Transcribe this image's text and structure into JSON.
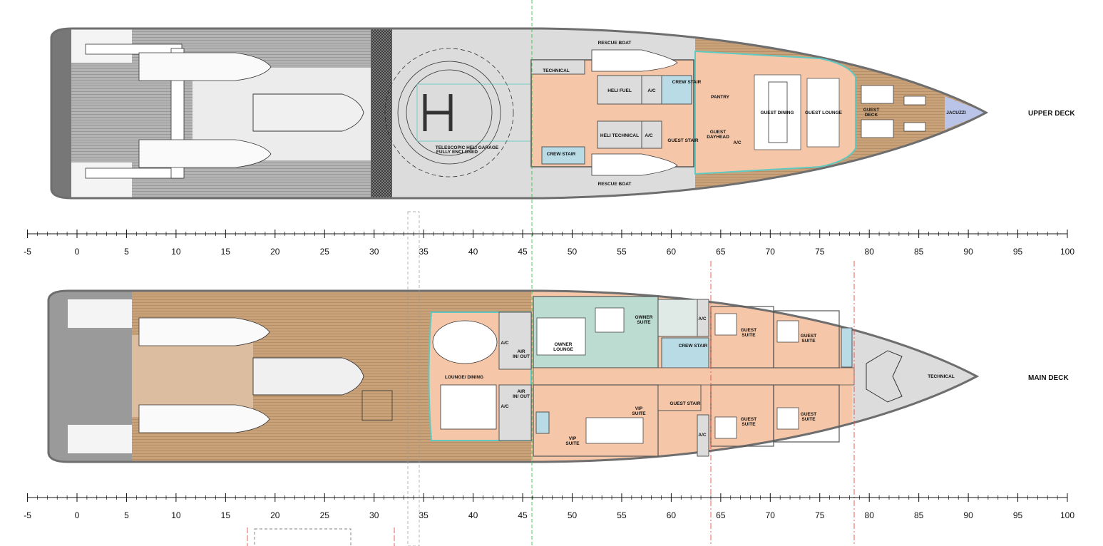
{
  "decks": {
    "upper": {
      "title": "UPPER DECK",
      "labels": {
        "rescue_boat_top": "RESCUE BOAT",
        "rescue_boat_bottom": "RESCUE BOAT",
        "technical": "TECHNICAL",
        "heli_fuel": "HELI FUEL",
        "ac_1": "A/C",
        "crew_stair_1": "CREW STAIR",
        "pantry": "PANTRY",
        "heli_technical": "HELI TECHNICAL",
        "ac_2": "A/C",
        "guest_stair": "GUEST STAIR",
        "guest_dayhead_1": "GUEST",
        "guest_dayhead_2": "DAYHEAD",
        "ac_3": "A/C",
        "crew_stair_2": "CREW STAIR",
        "heli_garage_1": "TELESCOPIC HELI GARAGE",
        "heli_garage_2": "FULLY ENCLOSED",
        "guest_dining": "GUEST DINING",
        "guest_lounge": "GUEST LOUNGE",
        "guest_deck_1": "GUEST",
        "guest_deck_2": "DECK",
        "jacuzzi": "JACUZZI"
      }
    },
    "main": {
      "title": "MAIN DECK",
      "labels": {
        "lounge_dining": "LOUNGE/ DINING",
        "ac_1": "A/C",
        "air_1a": "AIR",
        "air_1b": "IN/ OUT",
        "ac_2": "A/C",
        "air_2a": "AIR",
        "air_2b": "IN/ OUT",
        "owner_lounge_1": "OWNER",
        "owner_lounge_2": "LOUNGE",
        "owner_suite_1": "OWNER",
        "owner_suite_2": "SUITE",
        "ac_3": "A/C",
        "crew_stair": "CREW STAIR",
        "guest_stair": "GUEST STAIR",
        "ac_4": "A/C",
        "vip_suite_1a": "VIP",
        "vip_suite_1b": "SUITE",
        "vip_suite_2a": "VIP",
        "vip_suite_2b": "SUITE",
        "guest_suite_1a": "GUEST",
        "guest_suite_1b": "SUITE",
        "guest_suite_2a": "GUEST",
        "guest_suite_2b": "SUITE",
        "guest_suite_3a": "GUEST",
        "guest_suite_3b": "SUITE",
        "guest_suite_4a": "GUEST",
        "guest_suite_4b": "SUITE",
        "technical": "TECHNICAL"
      }
    }
  },
  "scale": {
    "unit": "m",
    "min": -5,
    "max": 100,
    "major_step": 5,
    "minor_step": 1,
    "tick_labels": [
      "-5",
      "0",
      "5",
      "10",
      "15",
      "20",
      "25",
      "30",
      "35",
      "40",
      "45",
      "50",
      "55",
      "60",
      "65",
      "70",
      "75",
      "80",
      "85",
      "90",
      "95",
      "100"
    ]
  },
  "colors": {
    "teak": "#c9a27a",
    "grey_deck": "#a8a8a8",
    "light_grey": "#dcdcdc",
    "guest_area": "#f6c6a8",
    "owner_area": "#bcdcd2",
    "crew_area": "#b8dbe6",
    "jacuzzi": "#b9c4e8",
    "hull": "#6e6e6e",
    "glass": "#5fc9c2",
    "section_line_green": "#35c24a",
    "section_line_red": "#e0504a"
  }
}
